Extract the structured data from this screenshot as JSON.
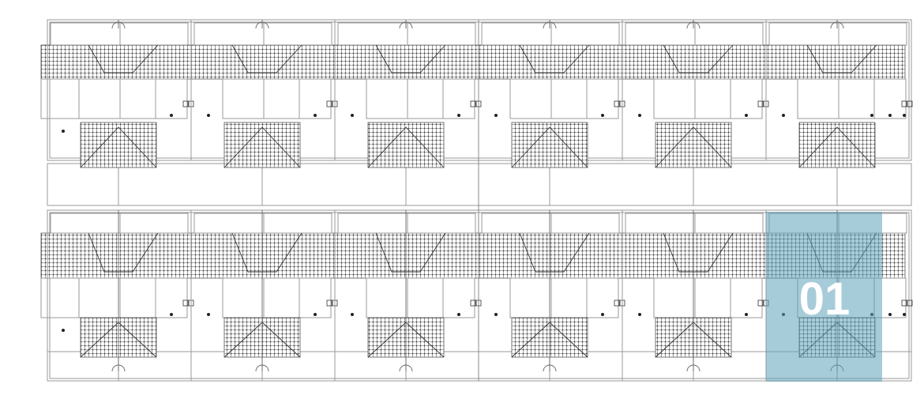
{
  "plan": {
    "rows": [
      {
        "name": "north-row",
        "units": 6
      },
      {
        "name": "south-row",
        "units": 6
      }
    ],
    "highlight": {
      "row": "south-row",
      "unit": 6,
      "label": "01",
      "color": "#5ea3b9",
      "opacity": 0.55
    },
    "colors": {
      "line": "#9a9a9a",
      "roof_hatch": "#555555",
      "background": "#ffffff"
    }
  }
}
